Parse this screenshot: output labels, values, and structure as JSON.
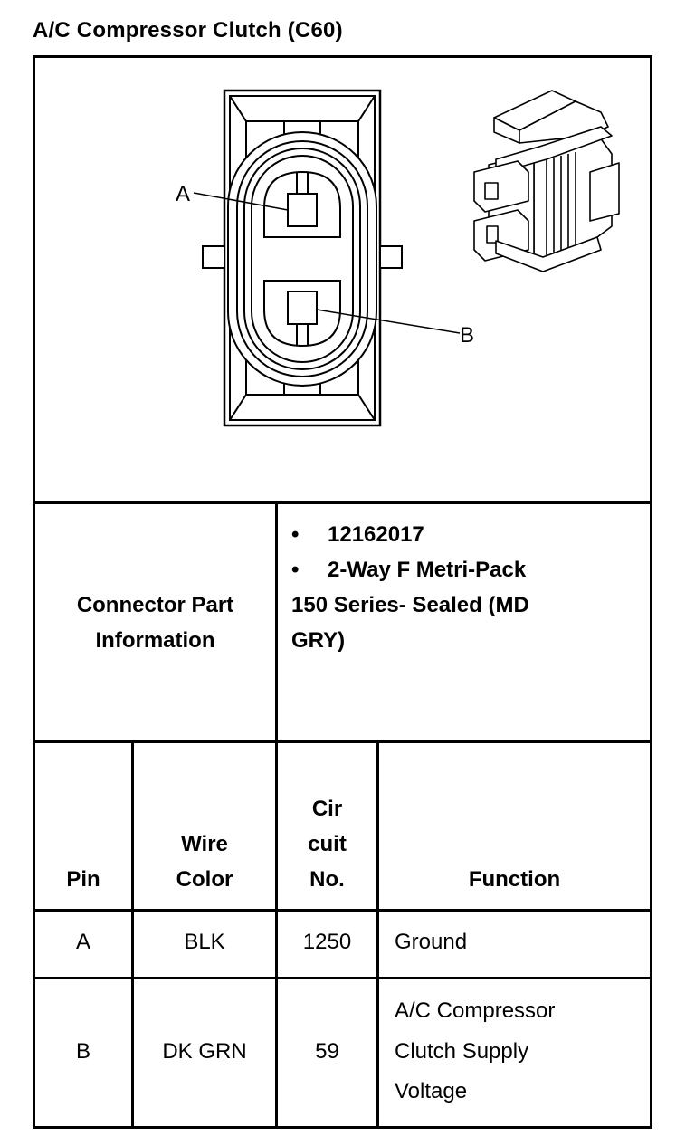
{
  "title": "A/C Compressor Clutch (C60)",
  "diagram": {
    "callout_a": "A",
    "callout_b": "B",
    "front_view_icon": "connector-front-view",
    "iso_view_icon": "connector-isometric-view"
  },
  "part_info": {
    "label_line1": "Connector Part",
    "label_line2": "Information",
    "bullets": [
      "12162017",
      "2-Way F Metri-Pack"
    ],
    "continuation_line1": "150 Series- Sealed (MD",
    "continuation_line2": "GRY)"
  },
  "table": {
    "headers": {
      "pin": "Pin",
      "wire_color_line1": "Wire",
      "wire_color_line2": "Color",
      "circuit_line1": "Cir",
      "circuit_line2": "cuit",
      "circuit_line3": "No.",
      "function": "Function"
    },
    "rows": [
      {
        "pin": "A",
        "wire_color": "BLK",
        "circuit": "1250",
        "function_lines": [
          "Ground"
        ]
      },
      {
        "pin": "B",
        "wire_color": "DK GRN",
        "circuit": "59",
        "function_lines": [
          "A/C Compressor",
          "Clutch Supply",
          "Voltage"
        ]
      }
    ]
  }
}
